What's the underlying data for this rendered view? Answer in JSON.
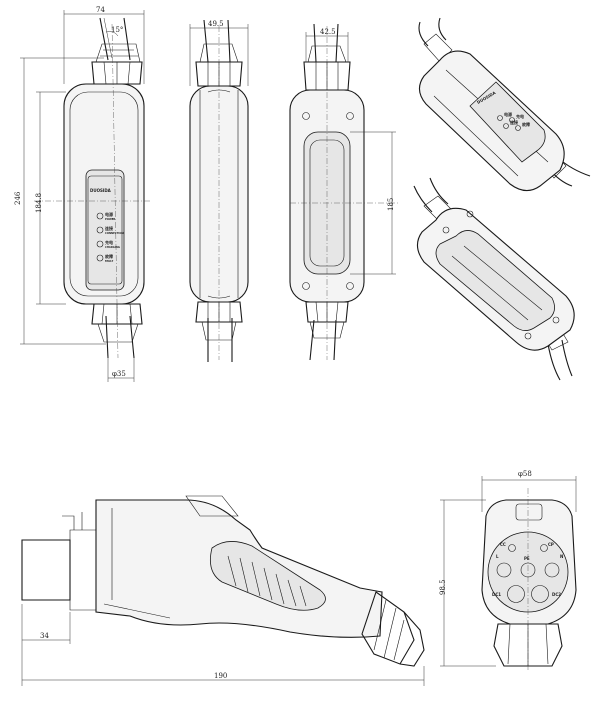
{
  "dimensions": {
    "front_width": "74",
    "angle": "15°",
    "front_height_total": "246",
    "front_height_body": "184.8",
    "cable_diameter": "φ35",
    "side_width": "49.5",
    "back_width": "42.5",
    "back_height": "185",
    "plug_length": "190",
    "plug_nose_length": "34",
    "plug_face_width": "φ58",
    "plug_face_height": "98.5"
  },
  "front_panel": {
    "brand": "DUOSIDA",
    "indicators": [
      {
        "cn": "电源",
        "en": "POWER"
      },
      {
        "cn": "连接",
        "en": "CONNECTION"
      },
      {
        "cn": "充电",
        "en": "CHARGING"
      },
      {
        "cn": "故障",
        "en": "FAULT"
      }
    ]
  },
  "iso_panel": {
    "brand": "DUOSIDA",
    "indicators": [
      "电源",
      "连接",
      "充电",
      "故障"
    ]
  },
  "connector_pins": {
    "top": [
      "CC",
      "CP"
    ],
    "middle": [
      "L",
      "PE",
      "N"
    ],
    "bottom": [
      "DC1",
      "DC2"
    ]
  }
}
